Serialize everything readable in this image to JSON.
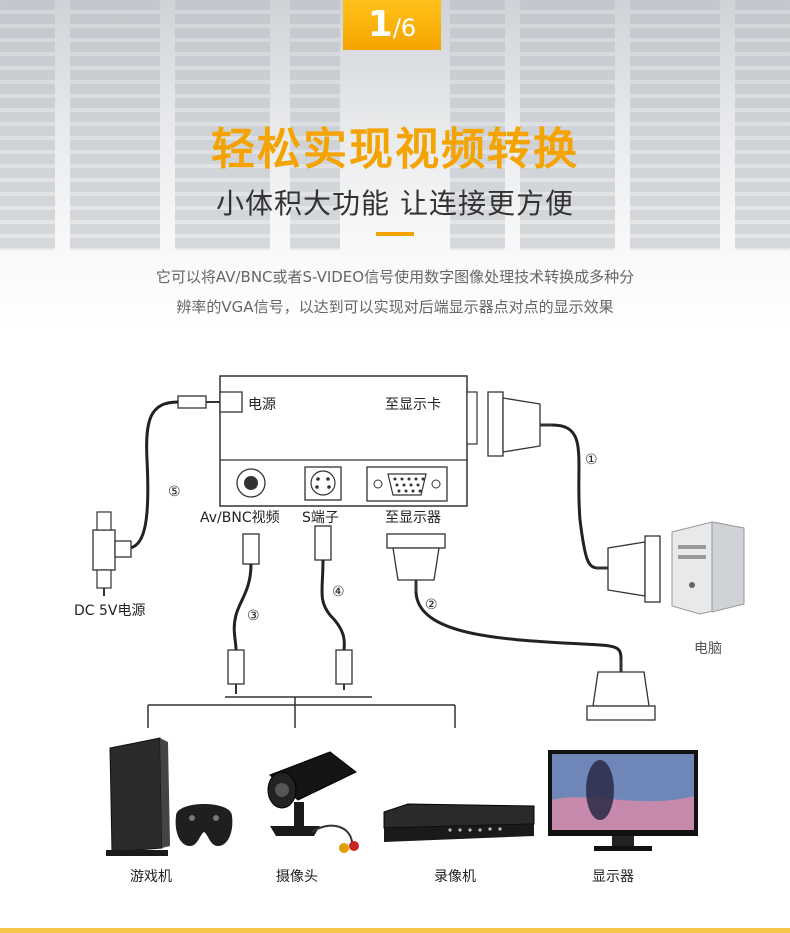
{
  "badge": {
    "current": "1",
    "rest": "/6"
  },
  "title": "轻松实现视频转换",
  "subtitle": "小体积大功能 让连接更方便",
  "description": {
    "line1": "它可以将AV/BNC或者S-VIDEO信号使用数字图像处理技术转换成多种分",
    "line2": "辨率的VGA信号，以达到可以实现对后端显示器点对点的显示效果"
  },
  "device_labels": {
    "power": "电源",
    "to_display_card": "至显示卡",
    "av_bnc": "Av/BNC视频",
    "s_port": "S端子",
    "to_monitor": "至显示器"
  },
  "cable_numbers": [
    "①",
    "②",
    "③",
    "④",
    "⑤"
  ],
  "power_adapter": "DC 5V电源",
  "computer": "电脑",
  "sources": [
    "游戏机",
    "摄像头",
    "录像机",
    "显示器"
  ],
  "colors": {
    "accent": "#f5a300",
    "text": "#333333"
  }
}
